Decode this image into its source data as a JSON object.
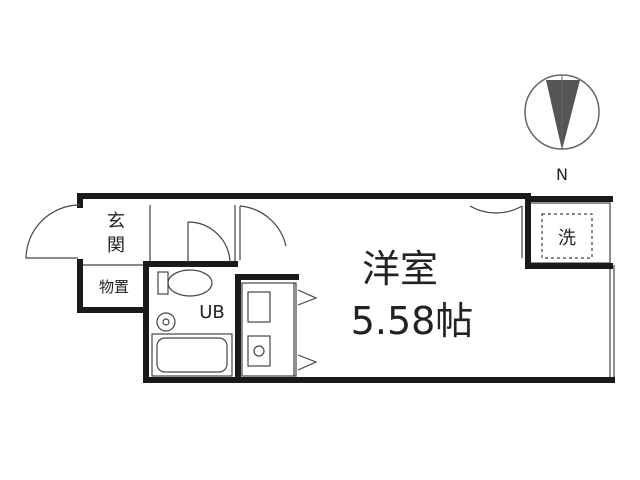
{
  "rooms": {
    "main_room": {
      "name": "洋室",
      "size": "5.58帖"
    },
    "entrance": {
      "line1": "玄",
      "line2": "関"
    },
    "storage": "物置",
    "bathroom": "UB",
    "laundry": "洗"
  },
  "compass": {
    "north_label": "N"
  },
  "colors": {
    "wall": "#1a1a1a",
    "line": "#333333",
    "needle": "#555555",
    "background": "#ffffff"
  }
}
